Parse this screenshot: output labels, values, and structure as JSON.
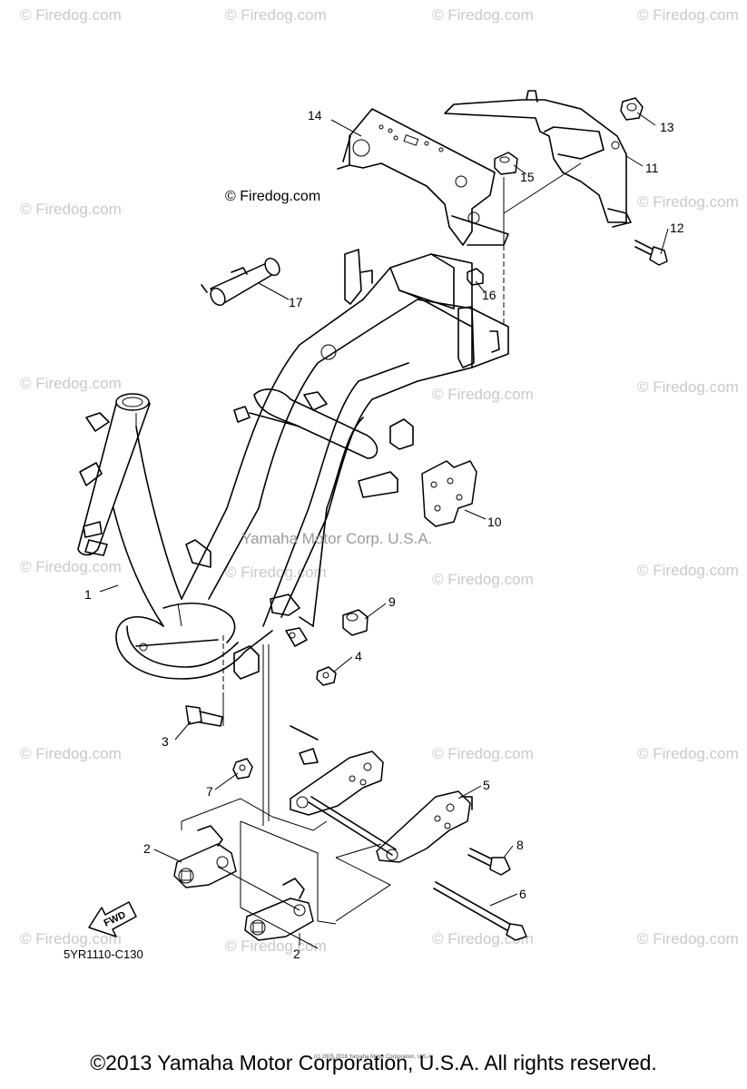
{
  "watermark_text": "© Firedog.com",
  "site_label": "© Firedog.com",
  "center_watermark": "Yamaha Motor Corp. U.S.A.",
  "diagram_code": "5YR1110-C130",
  "fwd_label": "FWD",
  "tiny_copyright": "(c) 2005 2016 Yamaha Motor Corporation, U.S.A.",
  "copyright": "©2013 Yamaha Motor Corporation, U.S.A. All rights reserved.",
  "callouts": [
    "1",
    "2",
    "2",
    "3",
    "4",
    "5",
    "6",
    "7",
    "8",
    "9",
    "10",
    "11",
    "12",
    "13",
    "14",
    "15",
    "16",
    "17"
  ]
}
